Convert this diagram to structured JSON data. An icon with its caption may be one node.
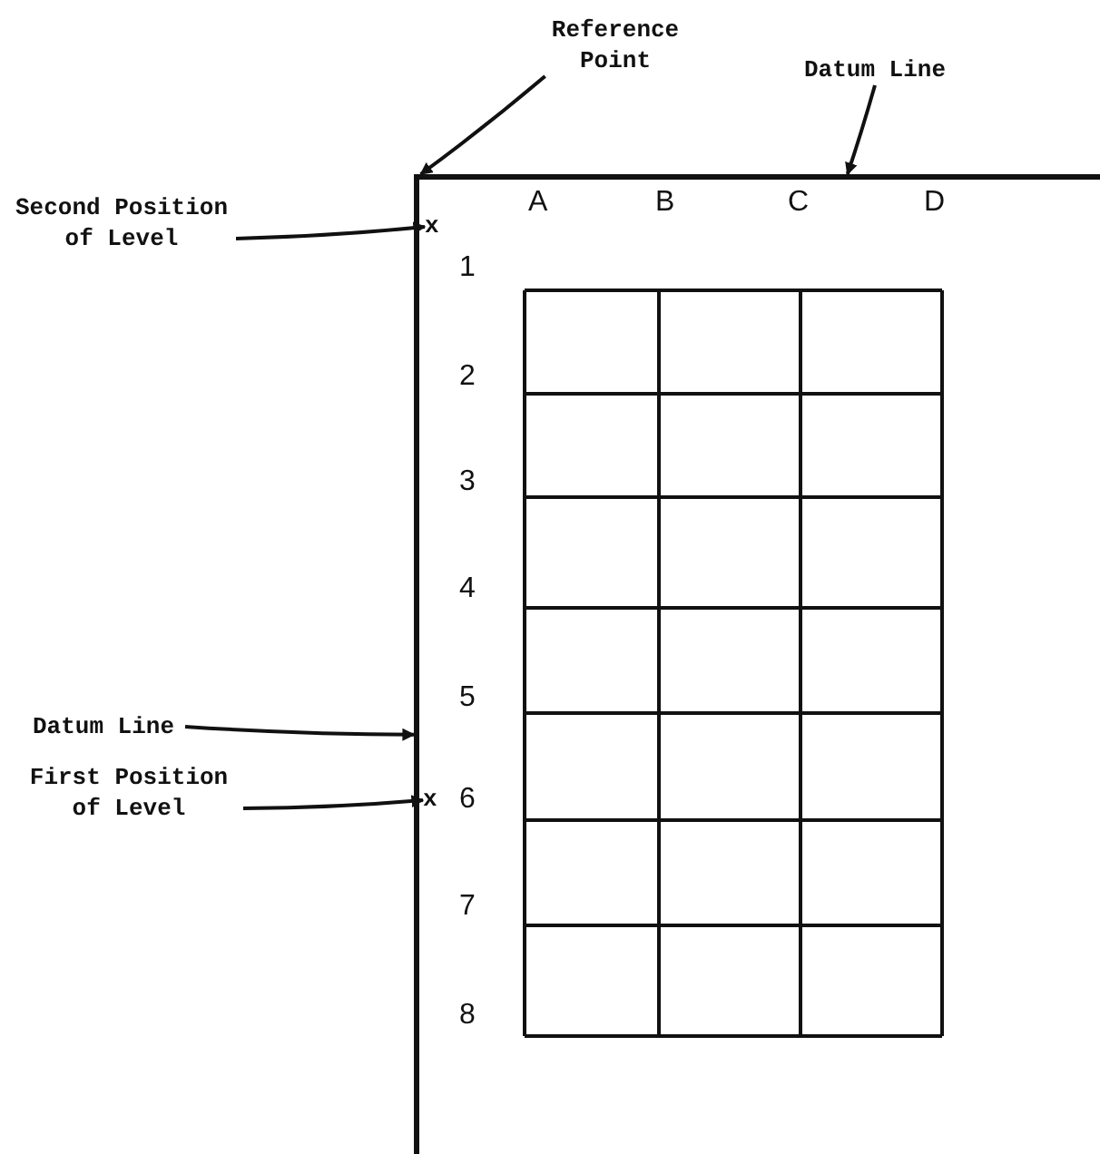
{
  "diagram": {
    "nodes": [
      {
        "text": [
          "Reference Point"
        ]
      },
      {
        "text": [
          "Datum Line"
        ]
      },
      {
        "text": [
          "Second Position of Level"
        ]
      },
      {
        "text": [
          "Datum Line"
        ]
      },
      {
        "text": [
          "First Position of Level"
        ]
      },
      {
        "text": [],
        "shape": "bar"
      },
      {
        "text": [],
        "shape": "bar"
      },
      {
        "text": [
          "x"
        ]
      },
      {
        "text": [
          "x"
        ]
      }
    ],
    "edges": [
      {
        "from": 0,
        "to": 5,
        "arrow": "to"
      },
      {
        "from": 1,
        "to": 5,
        "arrow": "to"
      },
      {
        "from": 2,
        "to": 7,
        "arrow": "to"
      },
      {
        "from": 3,
        "to": 6,
        "arrow": "to"
      },
      {
        "from": 4,
        "to": 8,
        "arrow": "to"
      }
    ],
    "labels": [
      "A",
      "B",
      "C",
      "D",
      "1",
      "2",
      "3",
      "4",
      "5",
      "6",
      "7",
      "8"
    ]
  }
}
